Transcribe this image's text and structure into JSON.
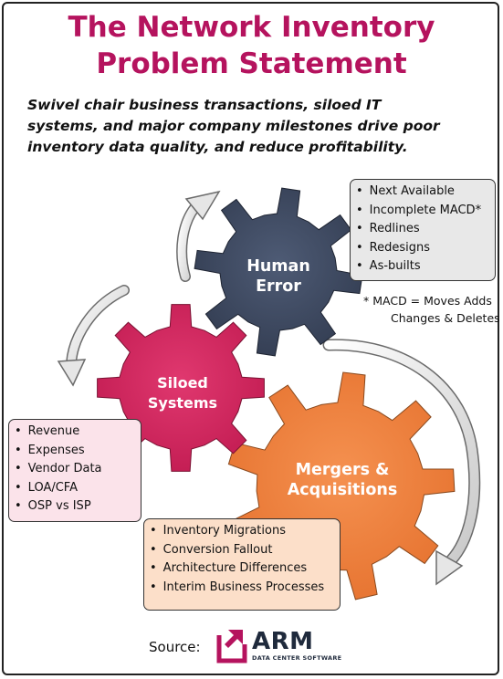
{
  "title": {
    "line1": "The Network Inventory",
    "line2": "Problem Statement"
  },
  "subtitle": {
    "line1": "Swivel chair business transactions, siloed IT",
    "line2": "systems, and major company milestones drive poor",
    "line3": "inventory data quality, and reduce profitability."
  },
  "gears": {
    "human": {
      "line1": "Human",
      "line2": "Error",
      "color": "#3f4b63"
    },
    "siloed": {
      "line1": "Siloed",
      "line2": "Systems",
      "color": "#d3275f"
    },
    "mergers": {
      "line1": "Mergers &",
      "line2": "Acquisitions",
      "color": "#f0823f"
    }
  },
  "human_error_items": [
    "Next Available",
    "Incomplete MACD*",
    "Redlines",
    "Redesigns",
    "As-builts"
  ],
  "siloed_systems_items": [
    "Revenue",
    "Expenses",
    "Vendor Data",
    "LOA/CFA",
    "OSP vs ISP"
  ],
  "mergers_items": [
    "Inventory Migrations",
    "Conversion Fallout",
    "Architecture Differences",
    "Interim Business Processes"
  ],
  "footnote": {
    "line1": "* MACD = Moves Adds",
    "line2": "Changes & Deletes"
  },
  "source": {
    "label": "Source:",
    "logo_text": "ARM",
    "logo_subtext": "DATA CENTER SOFTWARE"
  },
  "colors": {
    "title": "#b5135e",
    "arrow": "#d4d4d4"
  }
}
